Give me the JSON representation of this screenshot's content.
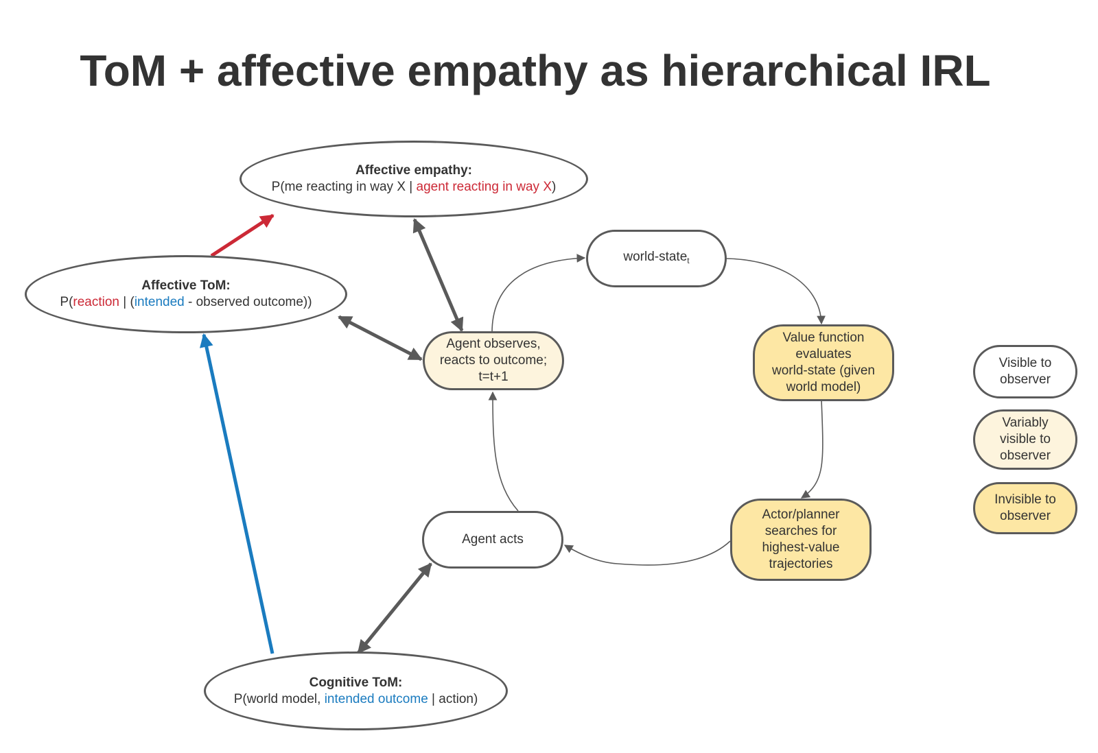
{
  "title": "ToM + affective empathy as hierarchical IRL",
  "colors": {
    "red": "#cc2936",
    "blue": "#1a7bbf",
    "edge": "#5a5a5a",
    "visible": "#ffffff",
    "variably_visible": "#fdf4dd",
    "invisible": "#fde7a4"
  },
  "nodes": {
    "affective_empathy": {
      "heading": "Affective empathy:",
      "formula": {
        "p_open": "P(",
        "a": "me reacting in way X",
        "sep": " | ",
        "b": "agent reacting in way X",
        "close": ")"
      }
    },
    "affective_tom": {
      "heading": "Affective ToM:",
      "formula": {
        "p_open": "P(",
        "a": "reaction",
        "sep": " | (",
        "b": "intended",
        "c": " - observed outcome))"
      }
    },
    "cognitive_tom": {
      "heading": "Cognitive ToM:",
      "formula": {
        "p_open": "P(world model, ",
        "a": "intended outcome",
        "c": " | action)"
      }
    },
    "world_state": {
      "label": "world-state",
      "subscript": "t"
    },
    "agent_observes": {
      "lines": [
        "Agent observes,",
        "reacts to outcome;",
        "t=t+1"
      ]
    },
    "value_function": {
      "lines": [
        "Value function",
        "evaluates",
        "world-state (given",
        "world model)"
      ]
    },
    "actor_planner": {
      "lines": [
        "Actor/planner",
        "searches for",
        "highest-value",
        "trajectories"
      ]
    },
    "agent_acts": {
      "label": "Agent acts"
    }
  },
  "legend": [
    {
      "lines": [
        "Visible to",
        "observer"
      ],
      "fill": "visible"
    },
    {
      "lines": [
        "Variably",
        "visible to",
        "observer"
      ],
      "fill": "variably_visible"
    },
    {
      "lines": [
        "Invisible to",
        "observer"
      ],
      "fill": "invisible"
    }
  ],
  "edges": [
    {
      "from": "affective_tom",
      "to": "affective_empathy",
      "color": "red",
      "style": "thick",
      "direction": "one-way"
    },
    {
      "from": "cognitive_tom",
      "to": "affective_tom",
      "color": "blue",
      "style": "thick",
      "direction": "one-way"
    },
    {
      "from": "affective_empathy",
      "to": "agent_observes",
      "color": "edge",
      "style": "thick",
      "direction": "two-way"
    },
    {
      "from": "affective_tom",
      "to": "agent_observes",
      "color": "edge",
      "style": "thick",
      "direction": "two-way"
    },
    {
      "from": "cognitive_tom",
      "to": "agent_acts",
      "color": "edge",
      "style": "thick",
      "direction": "two-way"
    },
    {
      "from": "agent_observes",
      "to": "world_state",
      "color": "edge",
      "style": "thin",
      "direction": "one-way"
    },
    {
      "from": "world_state",
      "to": "value_function",
      "color": "edge",
      "style": "thin",
      "direction": "one-way"
    },
    {
      "from": "value_function",
      "to": "actor_planner",
      "color": "edge",
      "style": "thin",
      "direction": "one-way"
    },
    {
      "from": "actor_planner",
      "to": "agent_acts",
      "color": "edge",
      "style": "thin",
      "direction": "one-way"
    },
    {
      "from": "agent_acts",
      "to": "agent_observes",
      "color": "edge",
      "style": "thin",
      "direction": "one-way"
    }
  ]
}
